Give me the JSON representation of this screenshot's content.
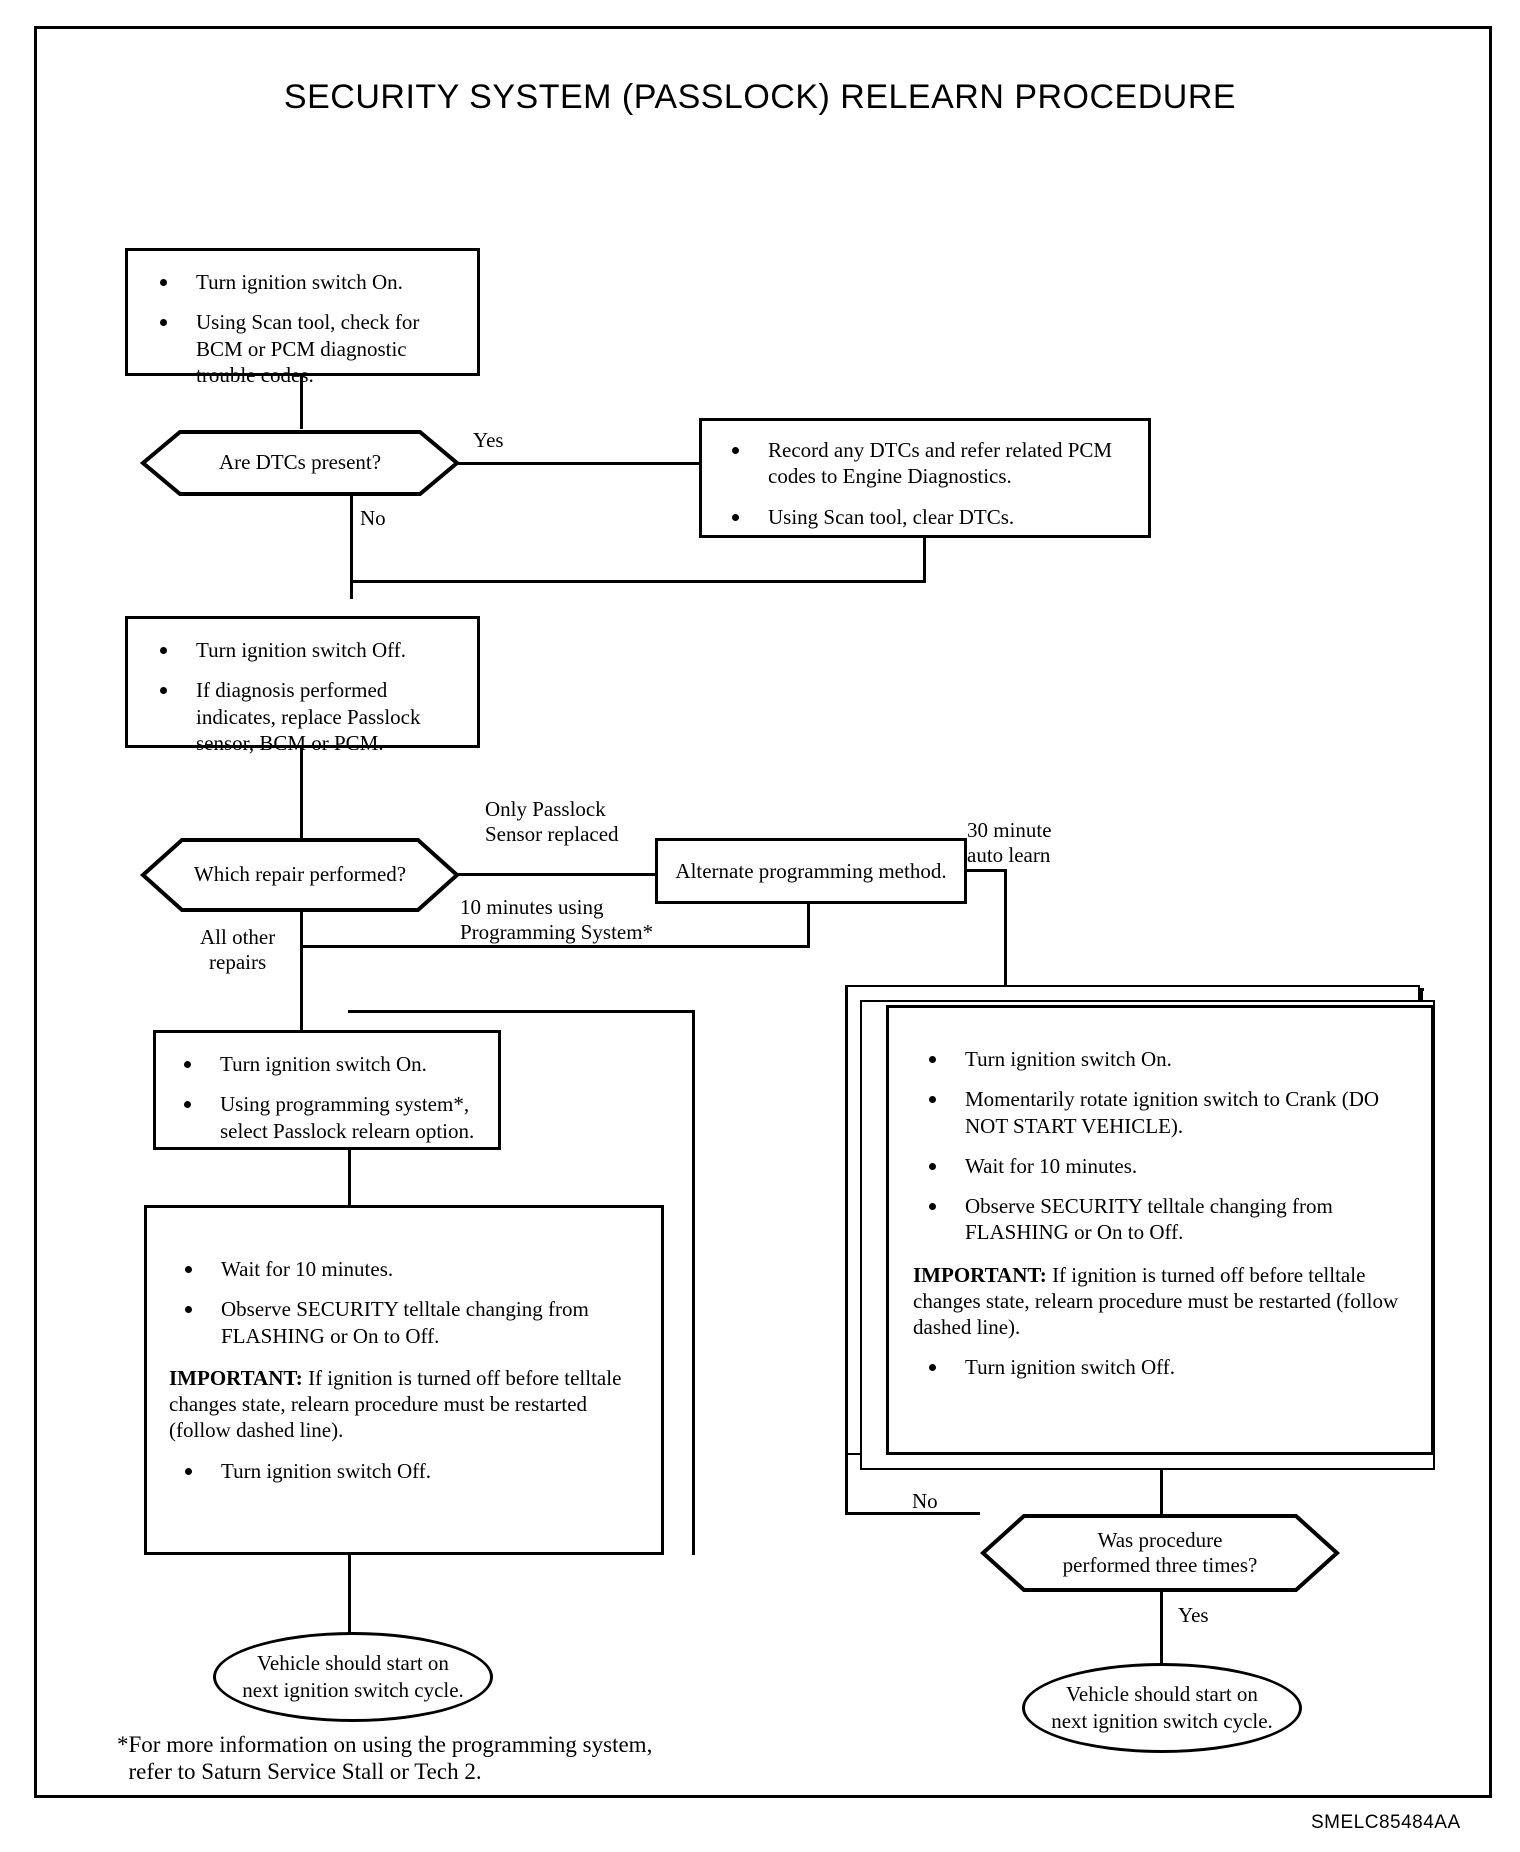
{
  "document": {
    "title": "SECURITY SYSTEM (PASSLOCK) RELEARN PROCEDURE",
    "corner_code": "SMELC85484AA",
    "footnote_line1": "*For more information on using the programming system,",
    "footnote_line2": "  refer to Saturn Service Stall or Tech 2."
  },
  "nodes": {
    "start_box": {
      "items": [
        "Turn ignition switch On.",
        "Using Scan tool, check for BCM or PCM diagnostic trouble codes."
      ]
    },
    "dtc_decision": {
      "label": "Are DTCs present?"
    },
    "dtc_yes_box": {
      "items": [
        "Record any DTCs and refer related PCM codes to Engine Diagnostics.",
        "Using Scan tool, clear DTCs."
      ]
    },
    "ignition_off_box": {
      "items": [
        "Turn ignition switch Off.",
        "If diagnosis performed indicates, replace Passlock sensor, BCM or PCM."
      ]
    },
    "repair_decision": {
      "label": "Which repair performed?"
    },
    "alternate_method_box": {
      "label": "Alternate programming method."
    },
    "left_prog_box": {
      "items": [
        "Turn ignition switch On.",
        "Using programming system*, select Passlock relearn option."
      ]
    },
    "left_wait_box": {
      "items_top": [
        "Wait for 10 minutes.",
        "Observe SECURITY telltale changing from FLASHING or On to Off."
      ],
      "important_label": "IMPORTANT:",
      "important_text": " If ignition is turned off before telltale changes state, relearn procedure must be restarted (follow dashed line).",
      "items_bottom": [
        "Turn ignition switch Off."
      ]
    },
    "right_auto_box": {
      "items_top": [
        "Turn ignition switch On.",
        "Momentarily rotate ignition switch to Crank (DO NOT START VEHICLE).",
        "Wait for 10 minutes.",
        "Observe SECURITY telltale changing from FLASHING or On to Off."
      ],
      "important_label": "IMPORTANT:",
      "important_text": " If ignition is turned off before telltale changes state, relearn procedure must be restarted (follow dashed line).",
      "items_bottom": [
        "Turn ignition switch Off."
      ]
    },
    "three_times_decision": {
      "label": "Was procedure\nperformed three times?"
    },
    "left_end_oval": {
      "label": "Vehicle should start on\nnext ignition switch cycle."
    },
    "right_end_oval": {
      "label": "Vehicle should start on\nnext ignition switch cycle."
    }
  },
  "edge_labels": {
    "dtc_yes": "Yes",
    "dtc_no": "No",
    "only_passlock": "Only Passlock\nSensor replaced",
    "ten_minutes": "10 minutes using\nProgramming System*",
    "all_other": "All other\nrepairs",
    "thirty_minute": "30 minute\nauto learn",
    "three_times_no": "No",
    "three_times_yes": "Yes"
  },
  "colors": {
    "ink": "#000000",
    "paper": "#ffffff"
  }
}
